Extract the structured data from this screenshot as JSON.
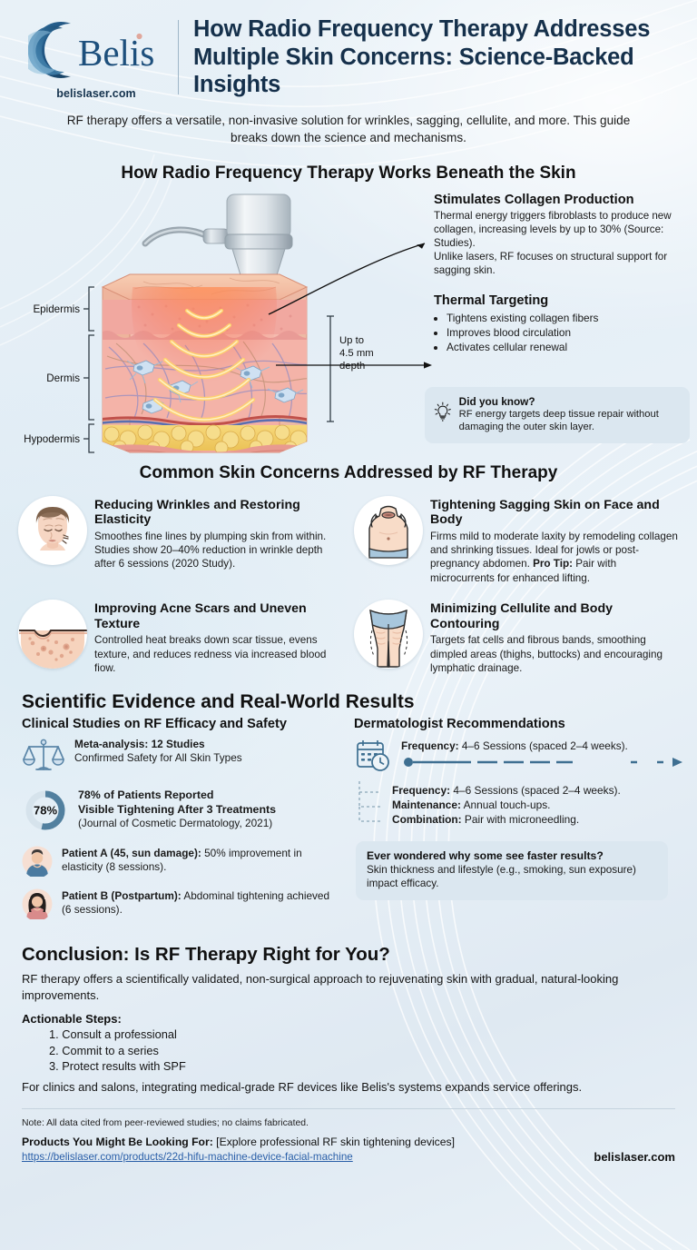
{
  "brand": {
    "name": "Belis",
    "url": "belislaser.com",
    "footer_url": "belislaser.com"
  },
  "header": {
    "title": "How Radio Frequency Therapy Addresses Multiple Skin Concerns: Science-Backed Insights",
    "subtitle": "RF therapy offers a versatile, non-invasive solution for wrinkles, sagging, cellulite, and more. This guide breaks down the science and mechanisms."
  },
  "mechanism": {
    "heading": "How Radio Frequency Therapy Works Beneath the Skin",
    "layers": [
      "Epidermis",
      "Dermis",
      "Hypodermis"
    ],
    "depth_label": "Up to\n4.5 mm\ndepth",
    "depth_line1": "Up to",
    "depth_line2": "4.5 mm",
    "depth_line3": "depth",
    "points": [
      {
        "title": "Stimulates Collagen Production",
        "body": "Thermal energy triggers fibroblasts to produce new collagen, increasing levels by up to 30% (Source: Studies).\nUnlike lasers, RF focuses on structural support for sagging skin."
      },
      {
        "title": "Thermal Targeting",
        "bullets": [
          "Tightens existing collagen fibers",
          "Improves blood circulation",
          "Activates cellular renewal"
        ]
      }
    ],
    "did_you_know": {
      "title": "Did you know?",
      "body": "RF energy targets deep tissue repair without damaging the outer skin layer."
    }
  },
  "concerns": {
    "heading": "Common Skin Concerns Addressed by RF Therapy",
    "items": [
      {
        "icon": "face-wrinkles-icon",
        "title": "Reducing Wrinkles and Restoring Elasticity",
        "body": "Smoothes fine lines by plumping skin from within.\nStudies show 20–40% reduction in wrinkle depth after 6 sessions (2020 Study)."
      },
      {
        "icon": "torso-sagging-icon",
        "title": "Tightening Sagging Skin on Face and Body",
        "body": "Firms mild to moderate laxity by remodeling collagen and shrinking tissues. Ideal for jowls or post-pregnancy abdomen.",
        "tip_label": "Pro Tip:",
        "tip_text": " Pair with microcurrents for enhanced lifting."
      },
      {
        "icon": "acne-scar-skin-icon",
        "title": "Improving Acne Scars and Uneven Texture",
        "body": "Controlled heat breaks down scar tissue, evens texture, and reduces redness via increased blood fiow."
      },
      {
        "icon": "cellulite-thighs-icon",
        "title": "Minimizing Cellulite and Body Contouring",
        "body": "Targets fat cells and fibrous bands, smoothing dimpled areas (thighs, buttocks) and encouraging lymphatic drainage."
      }
    ]
  },
  "evidence": {
    "heading": "Scientific Evidence and Real-World Results",
    "left_col_title": "Clinical Studies on RF Efficacy and Safety",
    "right_col_title": "Dermatologist Recommendations",
    "studies": [
      {
        "icon": "scales-of-justice-icon",
        "bold": "Meta-analysis: 12 Studies",
        "text": "Confirmed Safety for All Skin Types"
      },
      {
        "icon": "donut-chart-icon",
        "donut_value": "78%",
        "donut_percent": 78,
        "bold_line1": "78% of Patients Reported",
        "bold_line2": "Visible Tightening After 3 Treatments",
        "text": "(Journal of Cosmetic Dermatology, 2021)"
      },
      {
        "icon": "avatar-male-icon",
        "bold": "Patient A (45, sun damage):",
        "text": " 50% improvement in elasticity (8 sessions)."
      },
      {
        "icon": "avatar-female-icon",
        "bold": "Patient B (Postpartum):",
        "text": " Abdominal tightening achieved (6 sessions)."
      }
    ],
    "timeline_caption_bold": "Frequency:",
    "timeline_caption_text": " 4–6 Sessions (spaced 2–4 weeks).",
    "recommendations": [
      {
        "bold": "Frequency:",
        "text": " 4–6 Sessions (spaced 2–4 weeks)."
      },
      {
        "bold": "Maintenance:",
        "text": " Annual touch-ups."
      },
      {
        "bold": "Combination:",
        "text": " Pair with microneedling."
      }
    ],
    "ever_wondered": {
      "title": "Ever wondered why some see faster results?",
      "body": "Skin thickness and lifestyle (e.g., smoking, sun exposure) impact efficacy."
    }
  },
  "conclusion": {
    "heading": "Conclusion: Is RF Therapy Right for You?",
    "body": "RF therapy offers a scientifically validated, non-surgical approach to rejuvenating skin with gradual, natural-looking improvements.",
    "steps_title": "Actionable Steps:",
    "steps": [
      "1. Consult a professional",
      "2. Commit to a series",
      "3. Protect results with SPF"
    ],
    "closing": "For clinics and salons, integrating medical-grade RF devices like Belis's systems expands service offerings."
  },
  "footer": {
    "note": "Note: All data cited from peer-reviewed studies; no claims fabricated.",
    "products_label": "Products You Might Be Looking For:",
    "products_text": " [Explore professional RF skin tightening devices]",
    "products_link": "https://belislaser.com/products/22d-hifu-machine-device-facial-machine"
  },
  "colors": {
    "brand_blue": "#1d4f7c",
    "title_navy": "#15304b",
    "accent_steel": "#4a7da3",
    "callout_bg": "#dbe7f0",
    "link": "#2a5fa8",
    "page_bg": "#e6eff6"
  }
}
